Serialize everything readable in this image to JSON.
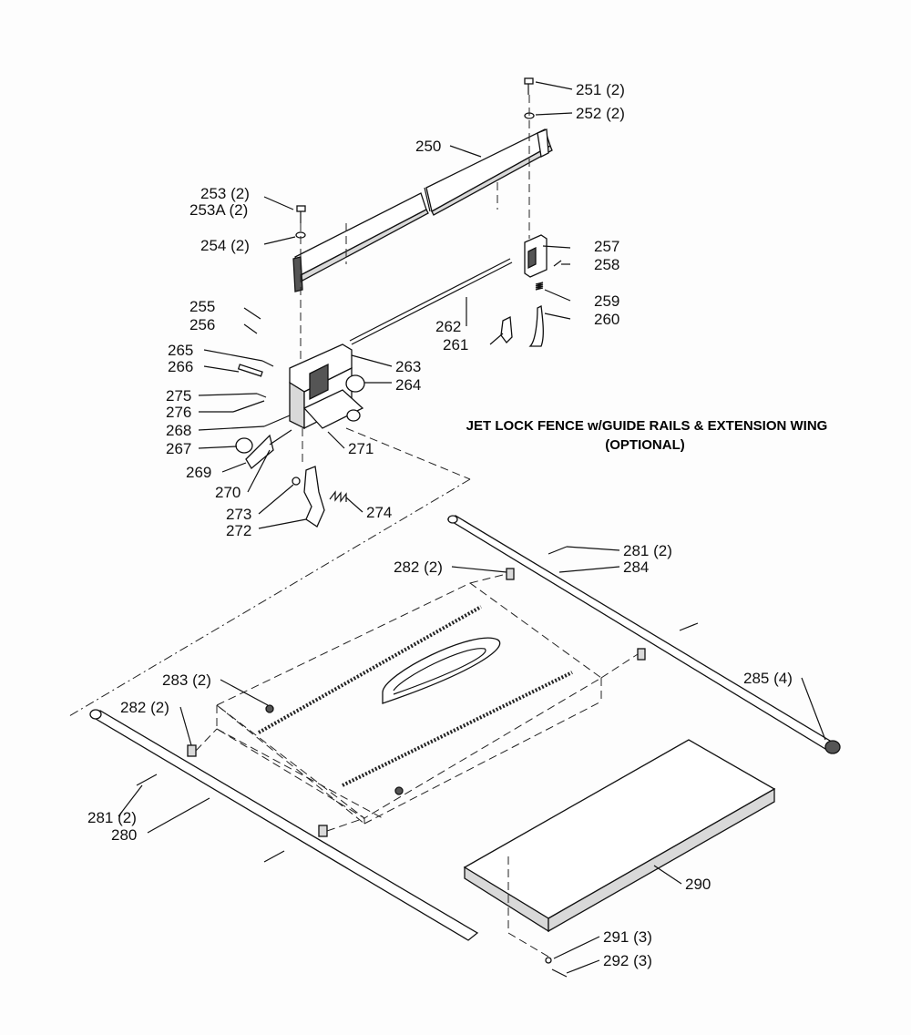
{
  "title": {
    "line1": "JET LOCK FENCE w/GUIDE RAILS & EXTENSION WING",
    "line2": "(OPTIONAL)"
  },
  "labels": {
    "p250": "250",
    "p251": "251 (2)",
    "p252": "252 (2)",
    "p253": "253 (2)",
    "p253a": "253A (2)",
    "p254": "254 (2)",
    "p255": "255",
    "p256": "256",
    "p257": "257",
    "p258": "258",
    "p259": "259",
    "p260": "260",
    "p261": "261",
    "p262": "262",
    "p263": "263",
    "p264": "264",
    "p265": "265",
    "p266": "266",
    "p267": "267",
    "p268": "268",
    "p269": "269",
    "p270": "270",
    "p271": "271",
    "p272": "272",
    "p273": "273",
    "p274": "274",
    "p275": "275",
    "p276": "276",
    "p280": "280",
    "p281a": "281 (2)",
    "p281b": "281 (2)",
    "p282a": "282 (2)",
    "p282b": "282 (2)",
    "p283": "283 (2)",
    "p284": "284",
    "p285": "285 (4)",
    "p290": "290",
    "p291": "291 (3)",
    "p292": "292 (3)"
  }
}
